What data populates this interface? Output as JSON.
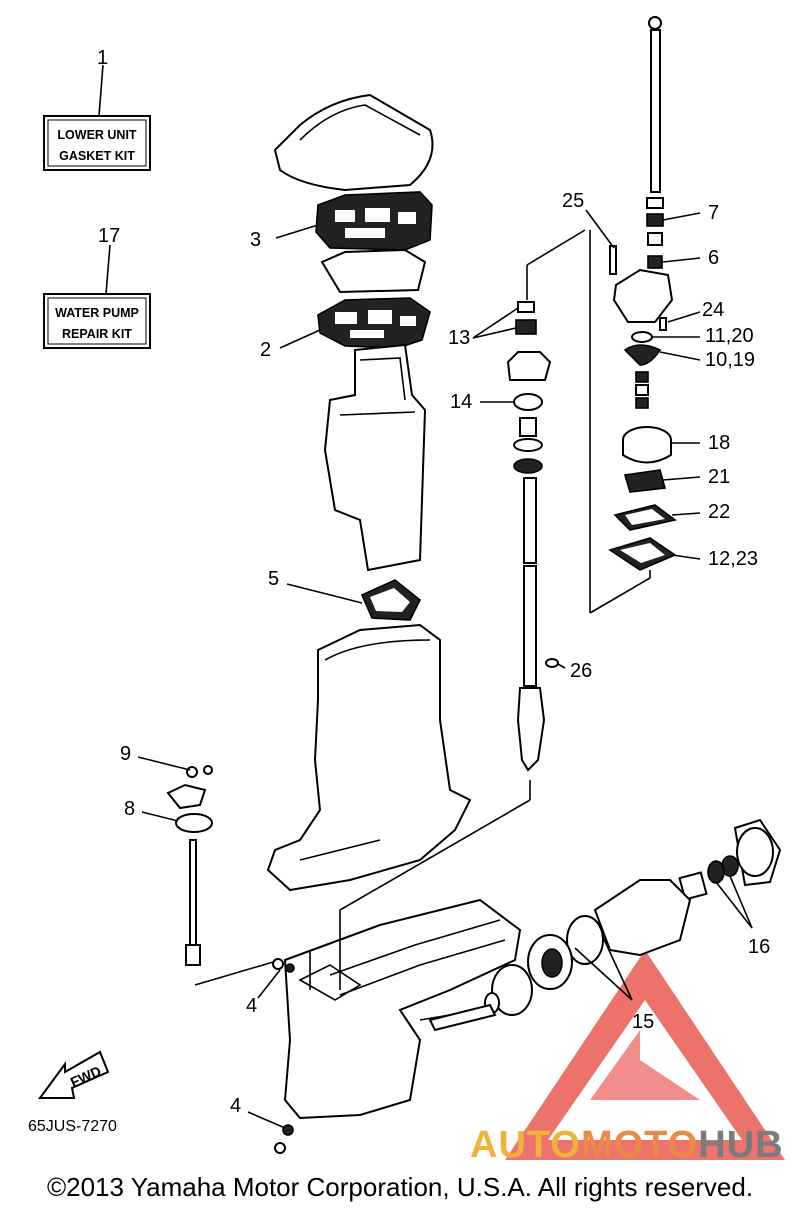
{
  "kits": {
    "lower_unit": {
      "number": "1",
      "line1": "LOWER UNIT",
      "line2": "GASKET KIT"
    },
    "water_pump": {
      "number": "17",
      "line1": "WATER PUMP",
      "line2": "REPAIR KIT"
    }
  },
  "callouts": {
    "c2": "2",
    "c3": "3",
    "c4a": "4",
    "c4b": "4",
    "c5": "5",
    "c6": "6",
    "c7": "7",
    "c8": "8",
    "c9": "9",
    "c10_19": "10,19",
    "c11_20": "11,20",
    "c12_23": "12,23",
    "c13": "13",
    "c14": "14",
    "c15": "15",
    "c16": "16",
    "c18": "18",
    "c21": "21",
    "c22": "22",
    "c24": "24",
    "c25": "25",
    "c26": "26"
  },
  "fwd_label": "FWD",
  "diagram_code": "65JUS-7270",
  "copyright": "©2013 Yamaha Motor Corporation, U.S.A. All rights reserved.",
  "watermark": {
    "part1": "AUTO",
    "part2": "MOTO",
    "part3": "HUB"
  },
  "colors": {
    "watermark_red": "#e8443c",
    "watermark_yellow": "#f0b33a",
    "watermark_orange": "#e98a47",
    "watermark_gray": "#7b7b7b"
  }
}
